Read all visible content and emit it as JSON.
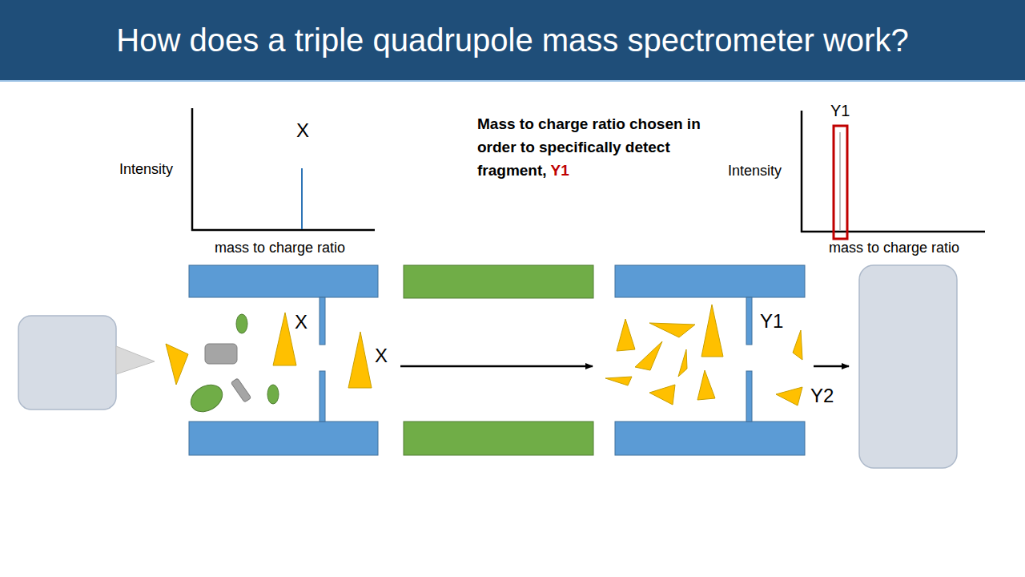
{
  "diagram": {
    "title": "How does a triple quadrupole mass spectrometer work?",
    "labels": [
      "X",
      "Intensity",
      "mass to charge ratio",
      "Mass to charge ratio chosen in order to specifically detect fragment,",
      "Y1",
      "Y1",
      "Intensity",
      "mass to charge ratio",
      "X",
      "X",
      "Y1",
      "Y2"
    ]
  }
}
